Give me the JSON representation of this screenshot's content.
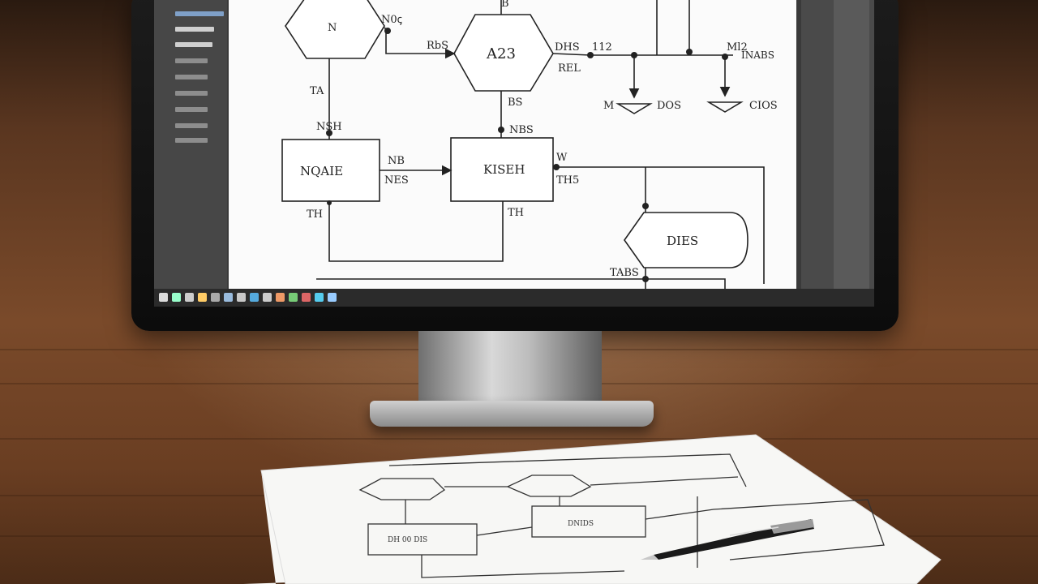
{
  "colors": {
    "screen_bg": "#fbfbfb",
    "wood": "#7a4a2a",
    "ink": "#222222"
  },
  "diagram": {
    "hex_top_left": "N",
    "lbl_tl_right": "N0ꞔ",
    "lbl_b": "B",
    "lbl_rbs": "RbS",
    "hex_center": "A23",
    "lbl_dhs": "DHS",
    "lbl_rel": "REL",
    "lbl_112": "112",
    "lbl_ml2": "Ml2",
    "lbl_inabs": "INABS",
    "lbl_m": "M",
    "lbl_dos": "DOS",
    "lbl_cios": "CIOS",
    "lbl_bs": "BS",
    "lbl_nbs": "NBS",
    "lbl_nsh": "NSH",
    "lbl_ta": "TA",
    "box_left": "NQAIE",
    "box_center": "KISEH",
    "lbl_nb": "NB",
    "lbl_nes": "NES",
    "lbl_th": "TH",
    "lbl_w": "W",
    "lbl_ths": "TH5",
    "lbl_tha": "TH",
    "terminator": "DIES",
    "lbl_tabs": "TABS"
  },
  "paper": {
    "box_left": "DH 00 DIS",
    "box_mid": "DNIDS"
  }
}
